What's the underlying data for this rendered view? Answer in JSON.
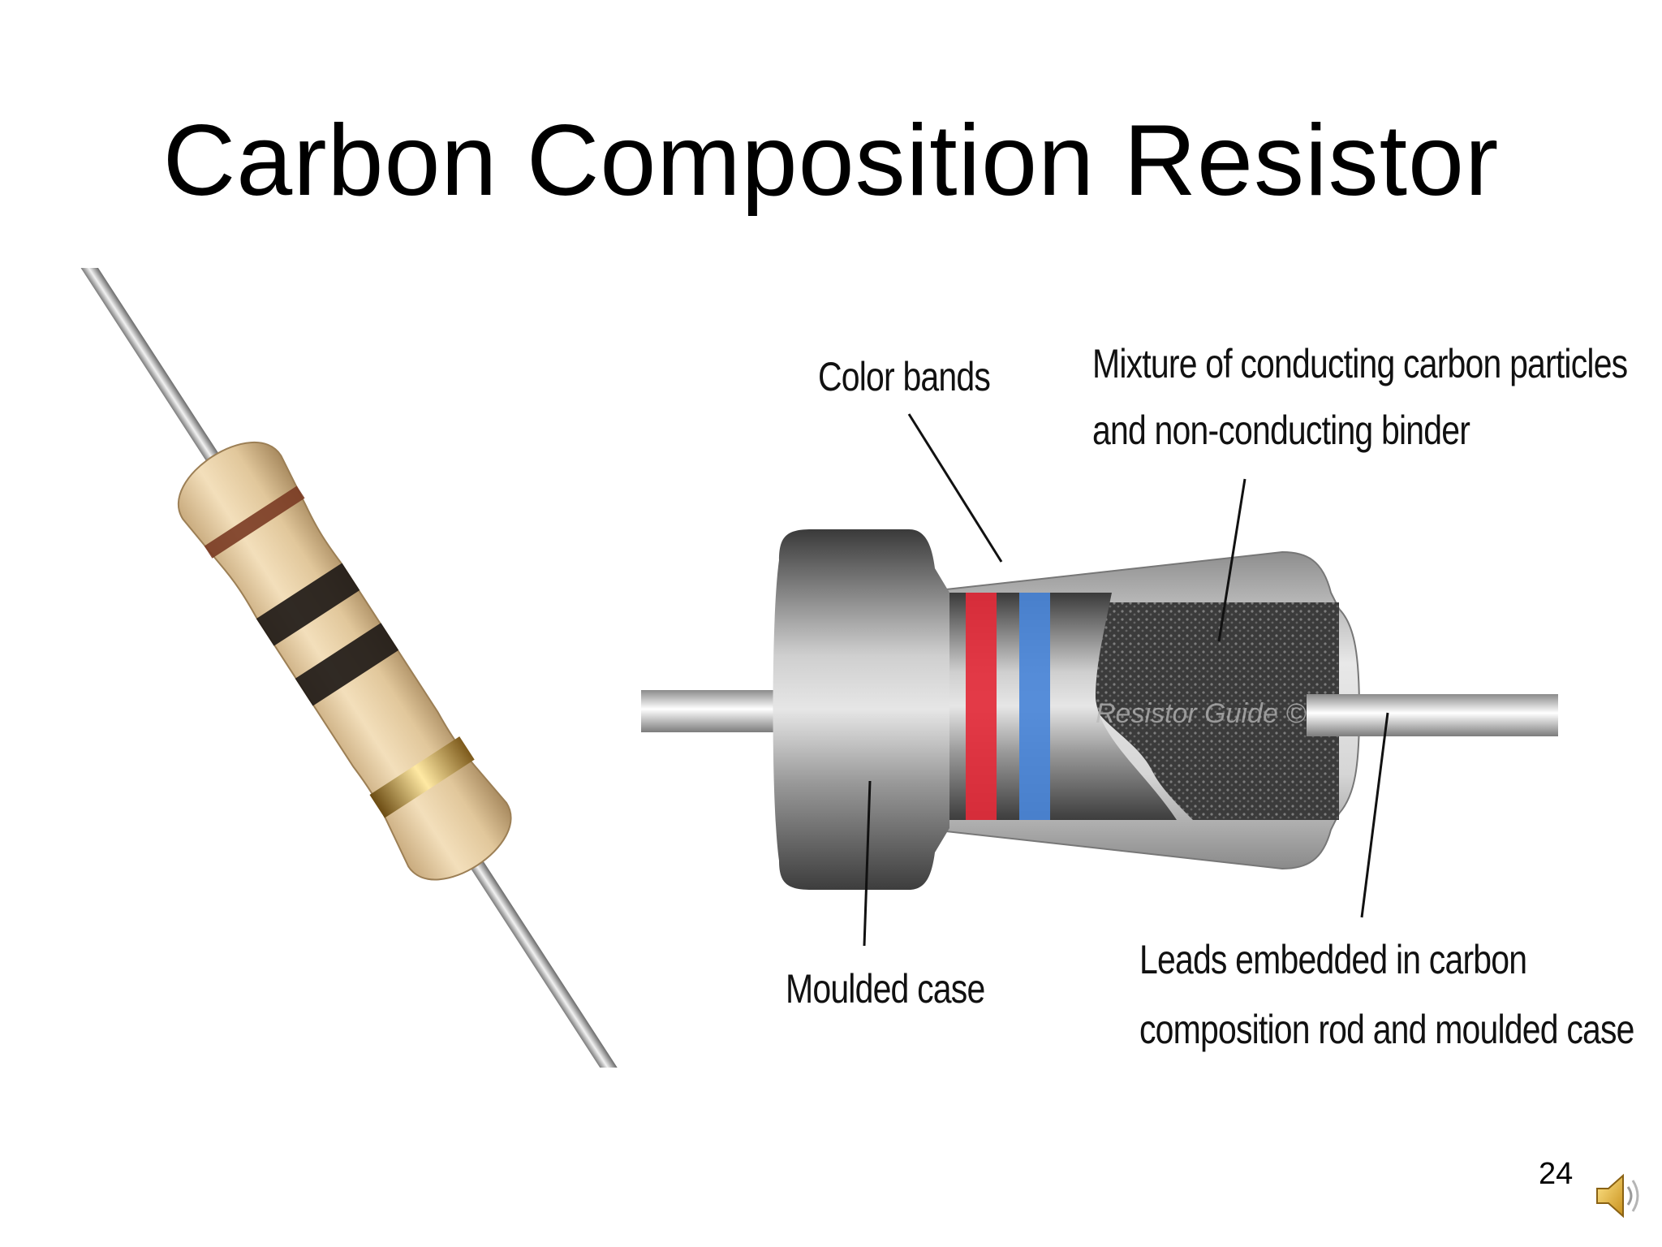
{
  "slide": {
    "title": "Carbon Composition Resistor",
    "page_number": "24"
  },
  "diagram": {
    "watermark": "Resistor Guide ©",
    "labels": {
      "color_bands": "Color bands",
      "mixture_line1": "Mixture of conducting carbon particles",
      "mixture_line2": "and non-conducting binder",
      "moulded_case": "Moulded case",
      "leads_line1": "Leads embedded in carbon",
      "leads_line2": "composition rod and moulded case"
    },
    "band_colors": [
      "#e32b3a",
      "#4a86d8"
    ]
  },
  "photo": {
    "band_colors": [
      "#7a3b24",
      "#1f1a17",
      "#1f1a17",
      "#c9a046"
    ]
  },
  "icons": {
    "audio": "speaker-icon"
  }
}
